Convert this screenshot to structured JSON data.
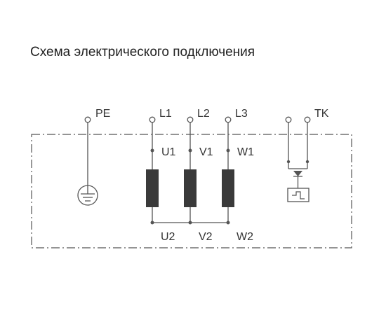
{
  "title": "Схема электрического подключения",
  "terminals": {
    "pe": "PE",
    "l1": "L1",
    "l2": "L2",
    "l3": "L3",
    "tk": "TK"
  },
  "windings": {
    "u1": "U1",
    "v1": "V1",
    "w1": "W1",
    "u2": "U2",
    "v2": "V2",
    "w2": "W2"
  },
  "colors": {
    "line": "#555555",
    "coil": "#3a3a3a",
    "text": "#333333"
  }
}
